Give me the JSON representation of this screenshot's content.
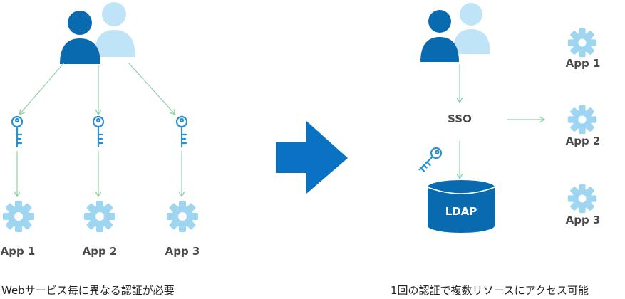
{
  "colors": {
    "user_dark": "#0a6ab0",
    "user_light": "#bfe3f7",
    "line": "#8fd2a6",
    "key": "#2b8fd0",
    "gear": "#9ed6f2",
    "arrow": "#0a72c2",
    "ldap": "#0a6ab0"
  },
  "left": {
    "apps": [
      "App 1",
      "App 2",
      "App 3"
    ],
    "caption": "Webサービス毎に異なる認証が必要"
  },
  "right": {
    "sso": "SSO",
    "ldap": "LDAP",
    "apps": [
      "App 1",
      "App 2",
      "App 3"
    ],
    "caption": "1回の認証で複数リソースにアクセス可能"
  },
  "icons": {
    "user": "users-icon",
    "key": "key-icon",
    "gear": "gear-icon",
    "arrow": "right-arrow-icon",
    "database": "database-icon"
  }
}
